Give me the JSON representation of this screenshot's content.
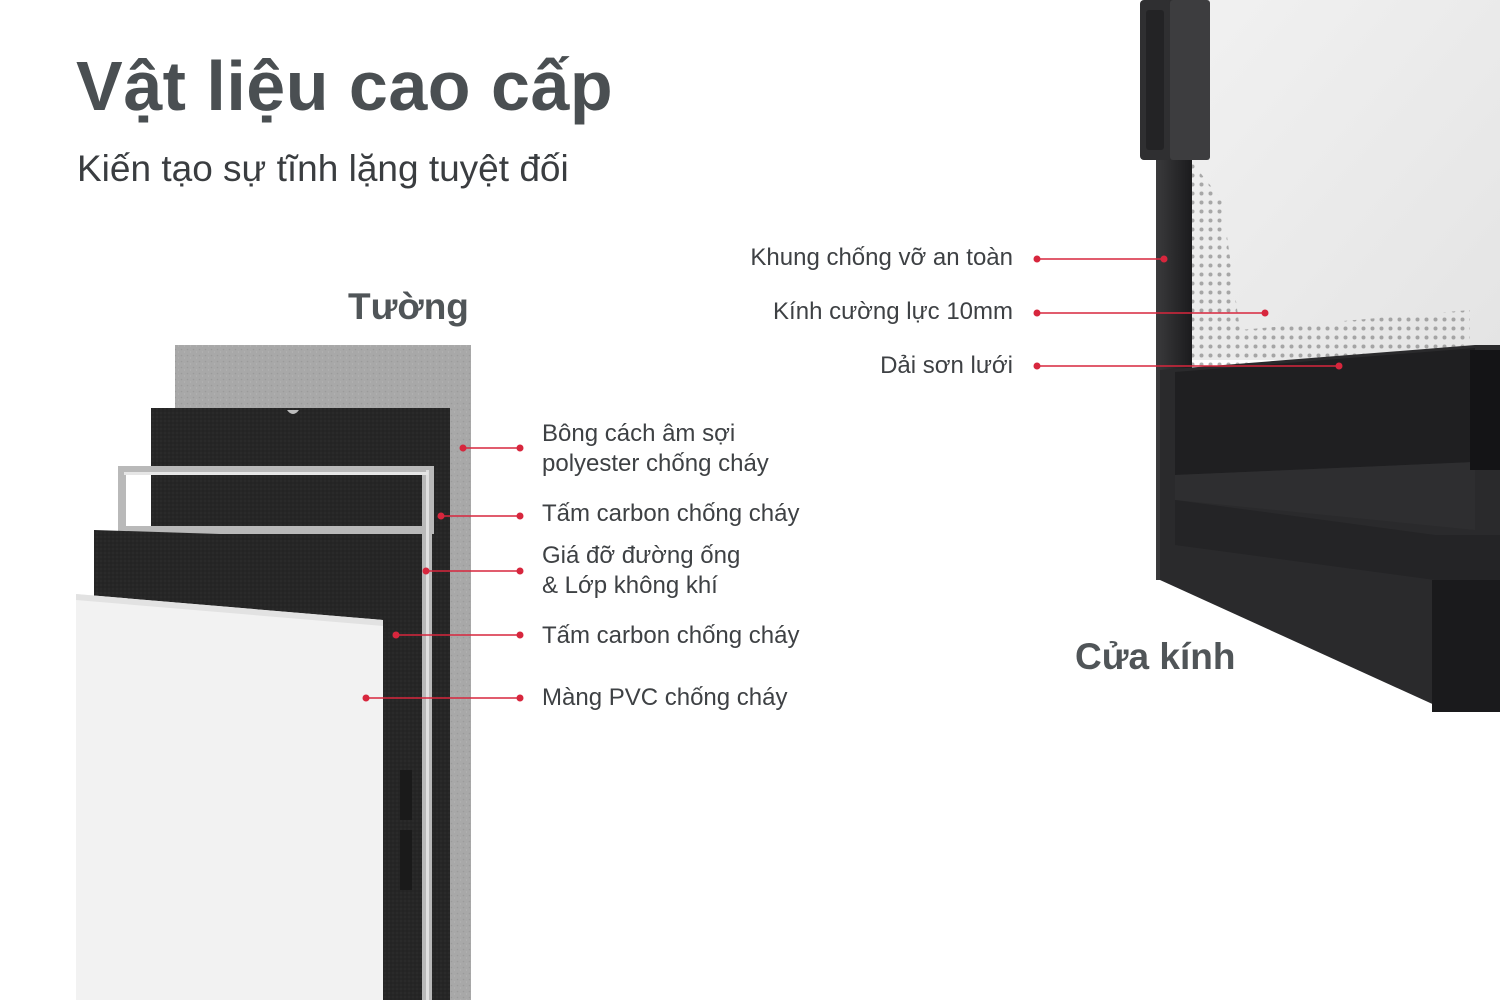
{
  "header": {
    "title": "Vật liệu cao cấp",
    "subtitle": "Kiến tạo sự tĩnh lặng tuyệt đối"
  },
  "wall": {
    "title": "Tường",
    "layers": [
      {
        "line1": "Bông cách âm sợi",
        "line2": "polyester chống cháy"
      },
      {
        "line1": "Tấm carbon chống cháy",
        "line2": ""
      },
      {
        "line1": "Giá đỡ đường ống",
        "line2": "& Lớp không khí"
      },
      {
        "line1": "Tấm carbon chống cháy",
        "line2": ""
      },
      {
        "line1": "Màng PVC chống cháy",
        "line2": ""
      }
    ]
  },
  "door": {
    "title": "Cửa kính",
    "parts": [
      "Khung chống vỡ an toàn",
      "Kính cường lực 10mm",
      "Dải sơn lưới"
    ]
  },
  "colors": {
    "accent": "#d7263d",
    "title_text": "#4a4f52",
    "felt_gray": "#a6a6a6",
    "carbon_black": "#262626",
    "frame_black": "#1d1d1f"
  }
}
